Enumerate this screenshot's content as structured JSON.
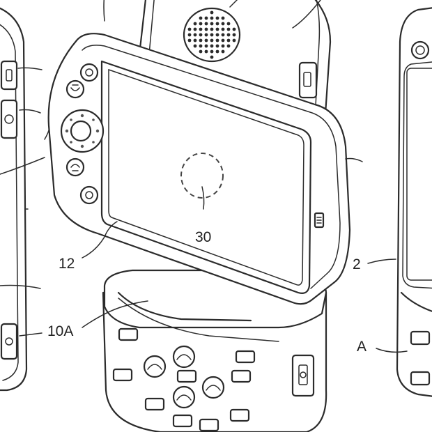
{
  "figure": {
    "labels": {
      "sensor_area": "30",
      "display_panel": "12",
      "base_body": "10A",
      "right_device": "2",
      "right_ref": "A"
    }
  }
}
